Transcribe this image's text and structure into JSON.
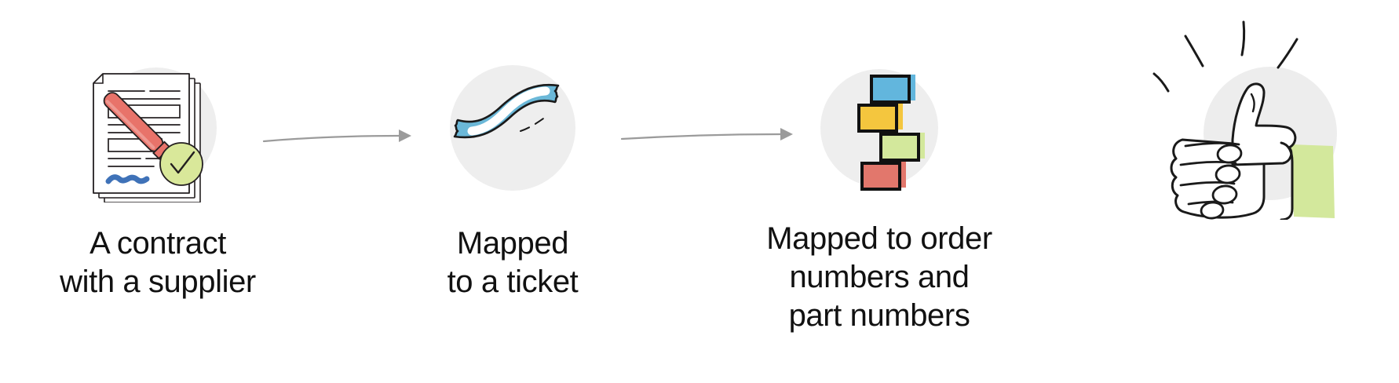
{
  "diagram": {
    "type": "process-flow",
    "title": "",
    "background_color": "#ffffff",
    "steps": [
      {
        "id": "contract",
        "icon_name": "signed-contract-icon",
        "caption": "A contract\nwith a supplier",
        "circle_color": "#eeeeee",
        "accent_colors": [
          "#e8736a",
          "#d9e89a",
          "#3f72b8",
          "#f5c03c"
        ]
      },
      {
        "id": "ticket",
        "icon_name": "ticket-ribbon-icon",
        "caption": "Mapped\nto a ticket",
        "circle_color": "#eeeeee",
        "accent_colors": [
          "#6bb8d8"
        ]
      },
      {
        "id": "orders",
        "icon_name": "stacked-cards-icon",
        "caption": "Mapped to order\nnumbers and\npart numbers",
        "circle_color": "#eeeeee",
        "accent_colors": [
          "#62b6dd",
          "#f4c63e",
          "#d3e89c",
          "#e2776c"
        ]
      },
      {
        "id": "done",
        "icon_name": "thumbs-up-icon",
        "caption": "",
        "circle_color": "#ededed",
        "accent_colors": [
          "#d3e89c"
        ]
      }
    ],
    "connectors": [
      {
        "id": "arrow-1",
        "icon_name": "arrow-right-icon",
        "color": "#9b9b9b"
      },
      {
        "id": "arrow-2",
        "icon_name": "arrow-right-icon",
        "color": "#9b9b9b"
      }
    ],
    "palette": {
      "text": "#111111",
      "circle_grey": "#eeeeee",
      "arrow_grey": "#9b9b9b",
      "blue": "#62b6dd",
      "yellow": "#f4c63e",
      "green": "#d3e89c",
      "red": "#e2776c",
      "ink": "#231f20",
      "pen_red": "#e8736a",
      "signature_blue": "#3f72b8"
    }
  }
}
